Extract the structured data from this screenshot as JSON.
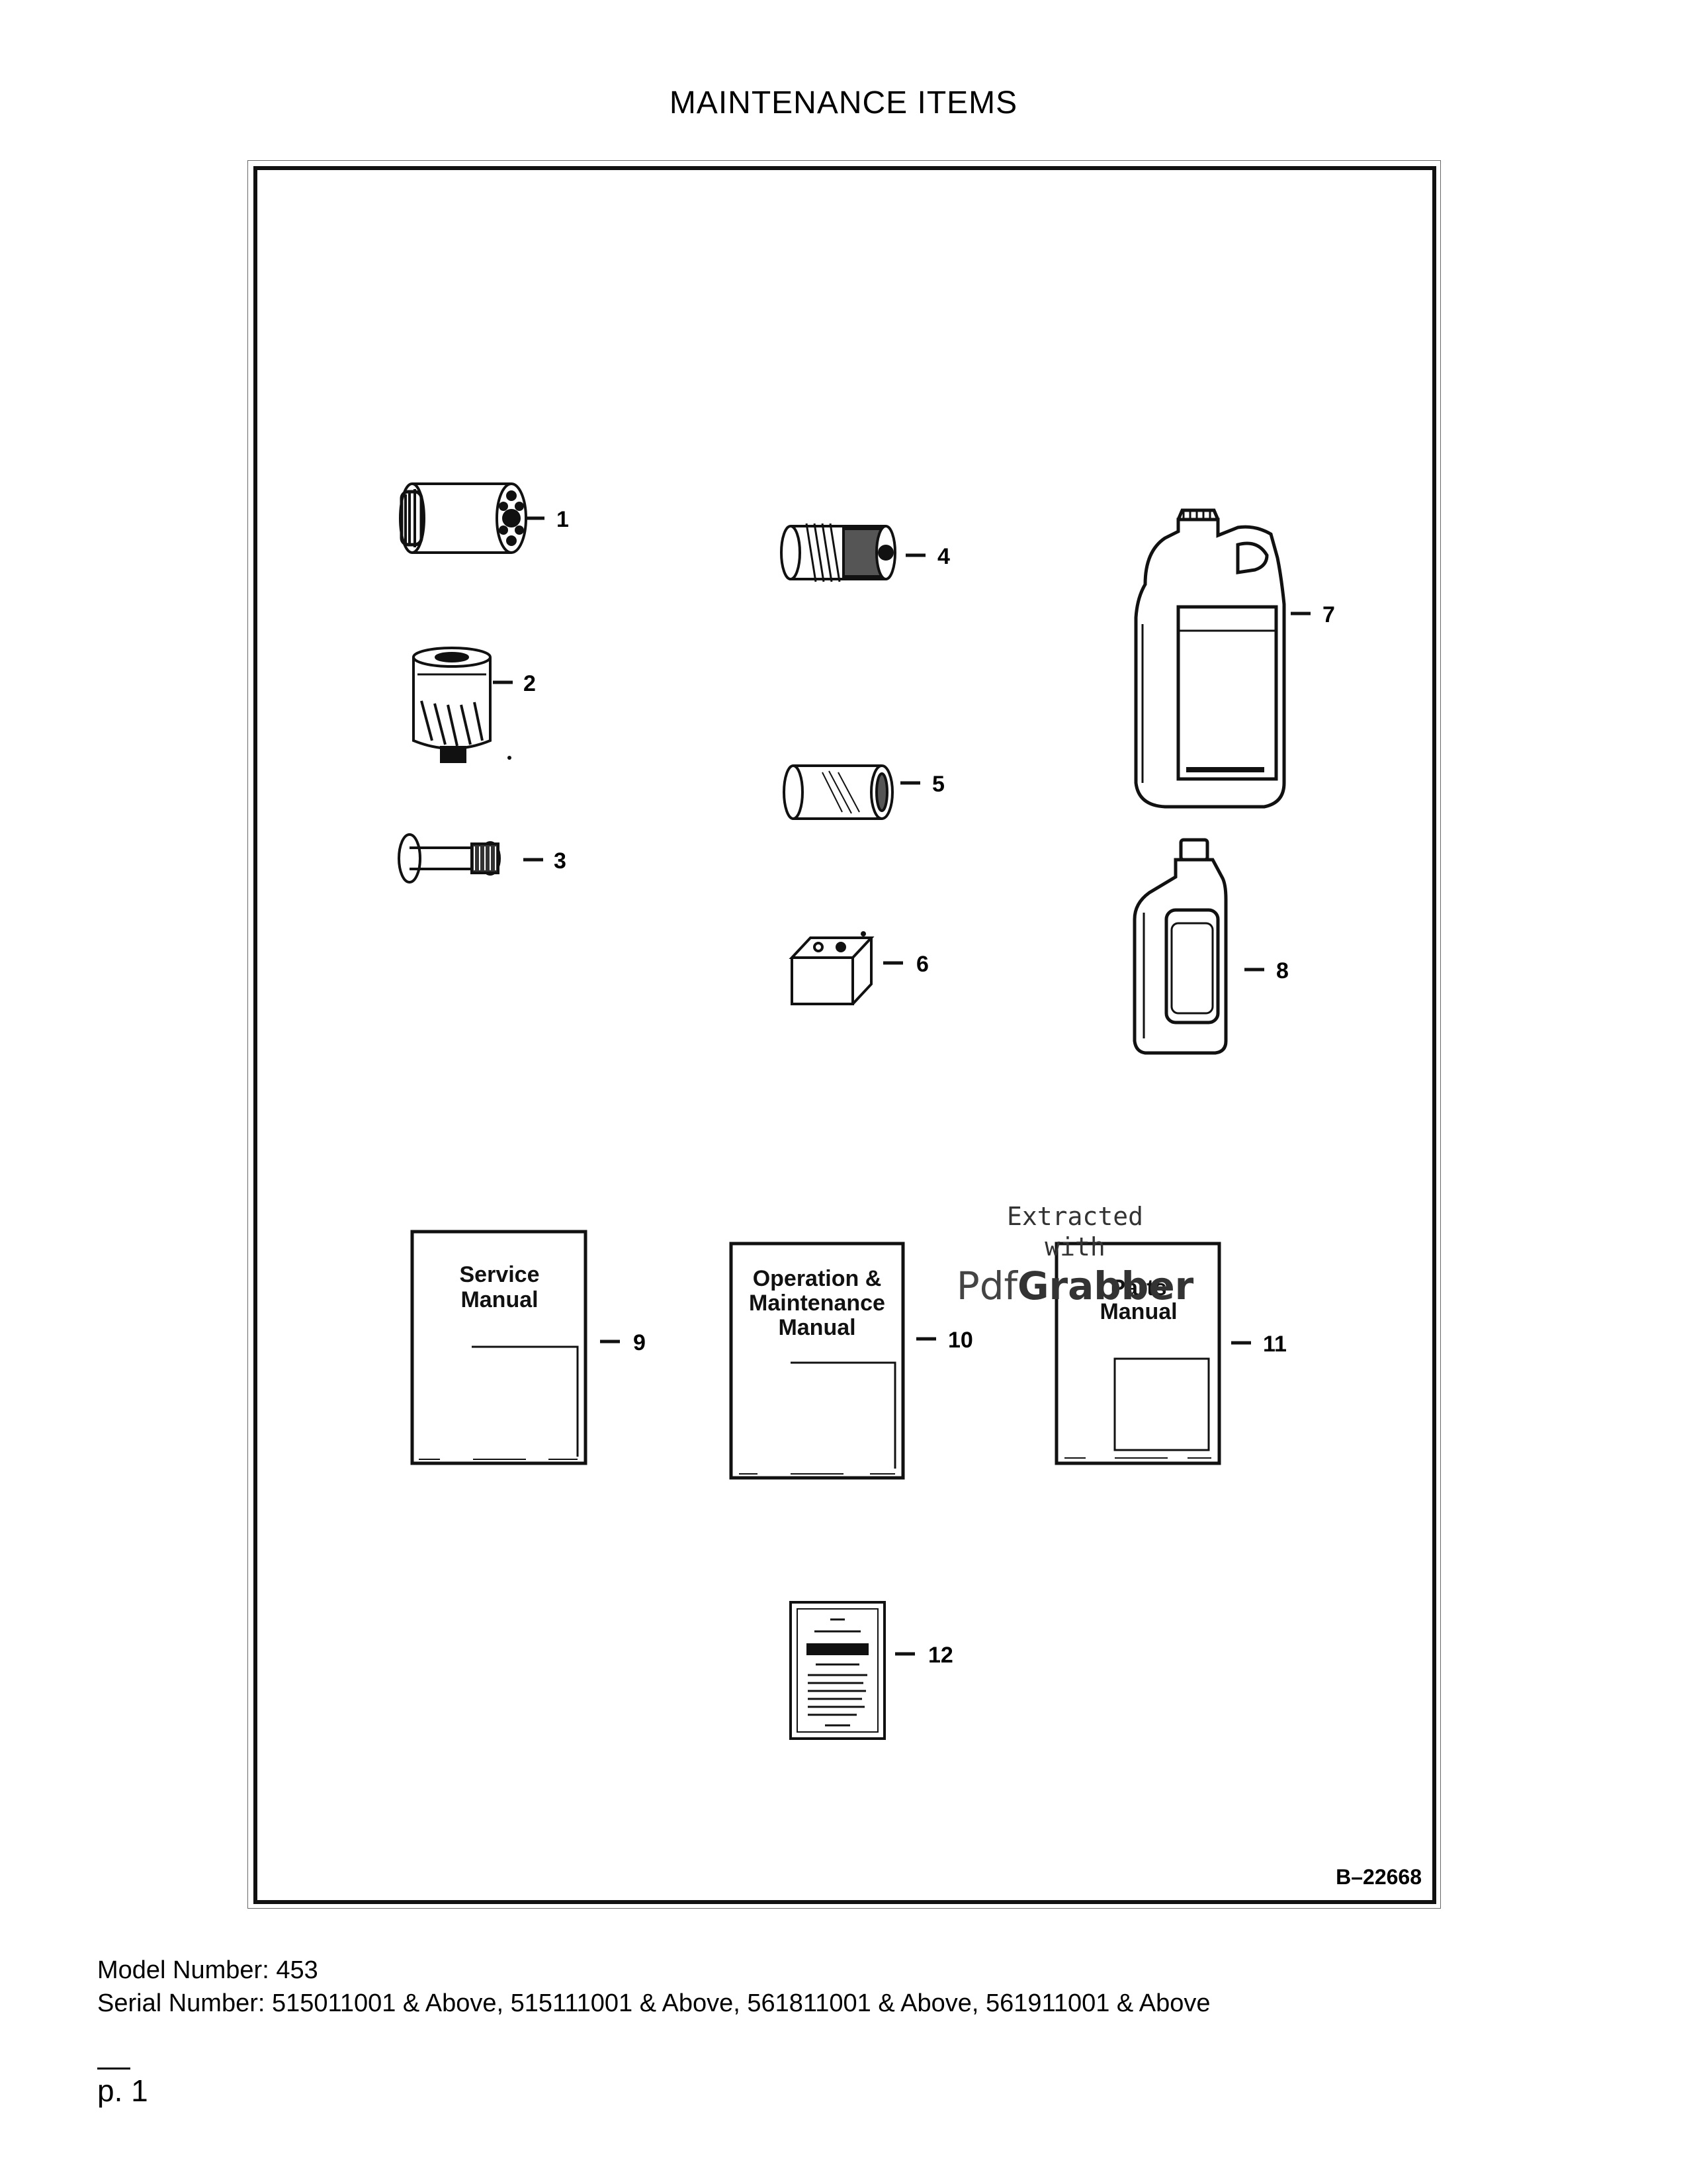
{
  "page": {
    "title": "MAINTENANCE ITEMS",
    "figure_id": "B–22668",
    "watermark": {
      "line1": "Extracted",
      "line2": "with",
      "brand_a": "Pdf",
      "brand_b": "Grabber"
    },
    "model": "Model Number: 453",
    "serial": "Serial Number: 515011001 & Above, 515111001 & Above, 561811001 & Above, 561911001 & Above",
    "page_number": "p. 1"
  },
  "callouts": [
    "1",
    "2",
    "3",
    "4",
    "5",
    "6",
    "7",
    "8",
    "9",
    "10",
    "11",
    "12"
  ],
  "manuals": {
    "service": [
      "Service",
      "Manual"
    ],
    "operation": [
      "Operation &",
      "Maintenance",
      "Manual"
    ],
    "parts": [
      "Parts",
      "Manual"
    ]
  },
  "icons": [
    "oil-filter-icon",
    "fuel-filter-icon",
    "hydraulic-filter-element-icon",
    "air-filter-icon",
    "inner-air-filter-icon",
    "battery-icon",
    "coolant-jug-icon",
    "oil-bottle-icon",
    "service-manual-icon",
    "operation-manual-icon",
    "parts-manual-icon",
    "safety-decal-icon"
  ]
}
